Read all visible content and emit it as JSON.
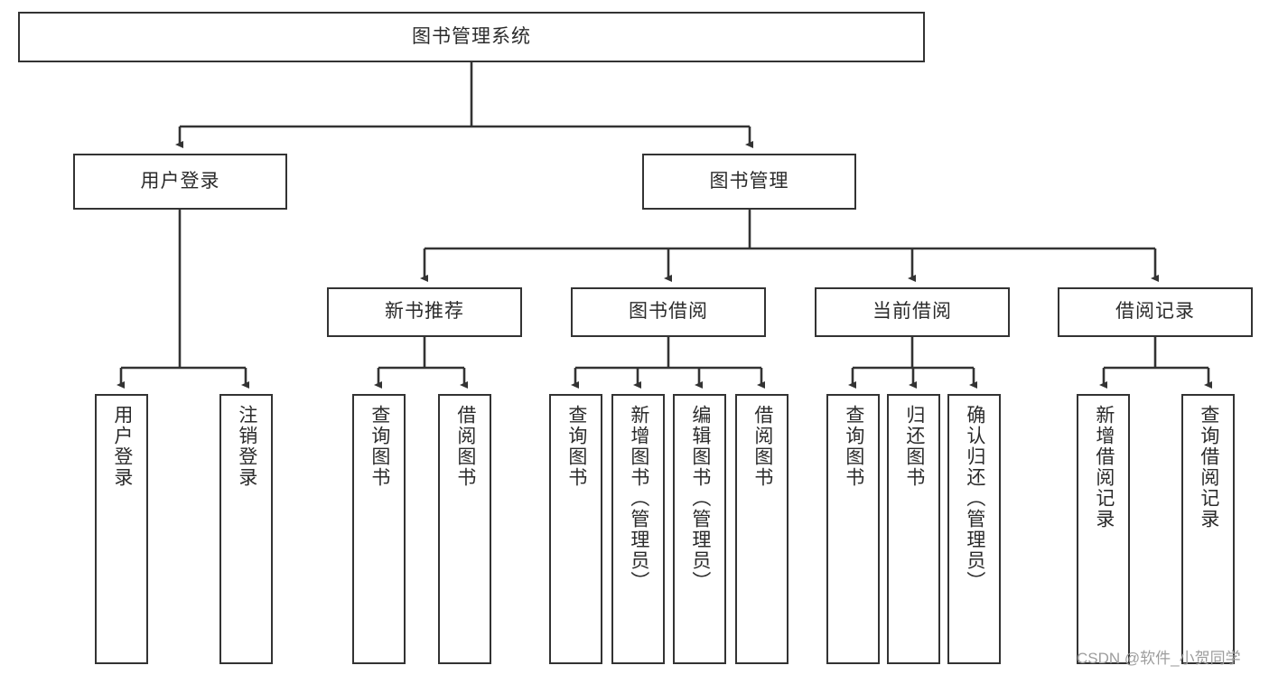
{
  "diagram": {
    "type": "tree",
    "title": "图书管理系统",
    "root": {
      "label": "图书管理系统"
    },
    "level2": [
      {
        "label": "用户登录"
      },
      {
        "label": "图书管理"
      }
    ],
    "level3": [
      {
        "label": "新书推荐"
      },
      {
        "label": "图书借阅"
      },
      {
        "label": "当前借阅"
      },
      {
        "label": "借阅记录"
      }
    ],
    "leaves": {
      "user_login": [
        {
          "label": "用户登录"
        },
        {
          "label": "注销登录"
        }
      ],
      "new_book_recommend": [
        {
          "label": "查询图书"
        },
        {
          "label": "借阅图书"
        }
      ],
      "book_borrow": [
        {
          "label": "查询图书"
        },
        {
          "label": "新增图书（管理员）"
        },
        {
          "label": "编辑图书（管理员）"
        },
        {
          "label": "借阅图书"
        }
      ],
      "current_borrow": [
        {
          "label": "查询图书"
        },
        {
          "label": "归还图书"
        },
        {
          "label": "确认归还（管理员）"
        }
      ],
      "borrow_record": [
        {
          "label": "新增借阅记录"
        },
        {
          "label": "查询借阅记录"
        }
      ]
    },
    "colors": {
      "box_border": "#333333",
      "box_fill": "#ffffff",
      "edge": "#333333",
      "text": "#2b2b2b",
      "watermark": "#9d9d9d"
    }
  },
  "watermark": {
    "text": "CSDN @软件_小贺同学"
  }
}
